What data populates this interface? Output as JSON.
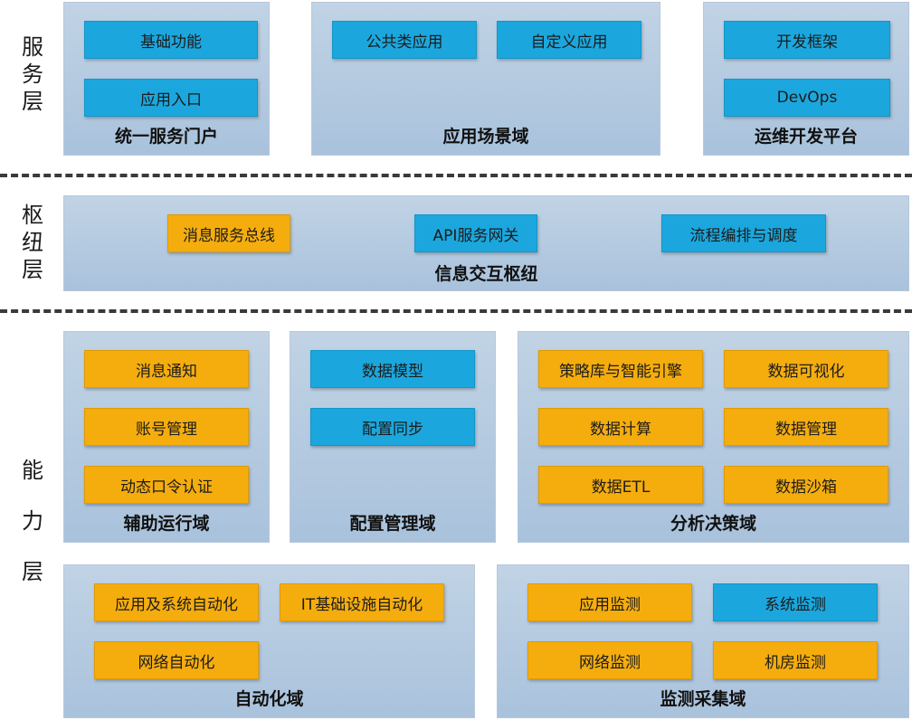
{
  "layers": {
    "service": "服务层",
    "hub": "枢纽层",
    "capability": "能力层"
  },
  "service_layer": {
    "portal": {
      "title": "统一服务门户",
      "items": [
        "基础功能",
        "应用入口"
      ]
    },
    "scenarios": {
      "title": "应用场景域",
      "items": [
        "公共类应用",
        "自定义应用"
      ]
    },
    "devops": {
      "title": "运维开发平台",
      "items": [
        "开发框架",
        "DevOps"
      ]
    }
  },
  "hub_layer": {
    "title": "信息交互枢纽",
    "items": [
      "消息服务总线",
      "API服务网关",
      "流程编排与调度"
    ]
  },
  "capability_layer": {
    "auxiliary": {
      "title": "辅助运行域",
      "items": [
        "消息通知",
        "账号管理",
        "动态口令认证"
      ]
    },
    "config": {
      "title": "配置管理域",
      "items": [
        "数据模型",
        "配置同步"
      ]
    },
    "analysis": {
      "title": "分析决策域",
      "items": [
        "策略库与智能引擎",
        "数据可视化",
        "数据计算",
        "数据管理",
        "数据ETL",
        "数据沙箱"
      ]
    },
    "automation": {
      "title": "自动化域",
      "items": [
        "应用及系统自动化",
        "IT基础设施自动化",
        "网络自动化"
      ]
    },
    "monitoring": {
      "title": "监测采集域",
      "items": [
        "应用监测",
        "系统监测",
        "网络监测",
        "机房监测"
      ]
    }
  },
  "colors": {
    "blue_box": "#1ba7dd",
    "orange_box": "#f5ad0e",
    "panel": "#b4cae0"
  }
}
